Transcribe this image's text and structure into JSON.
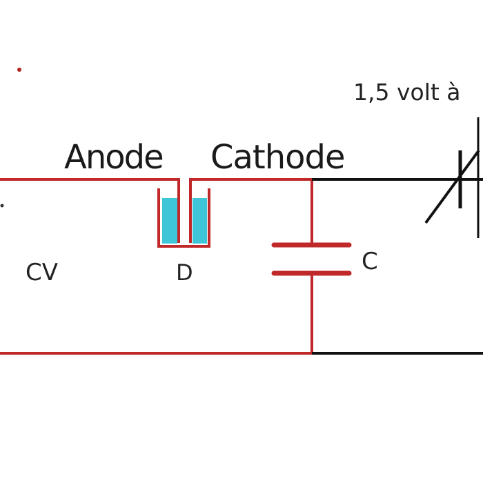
{
  "labels": {
    "anode": "Anode",
    "cathode": "Cathode",
    "battery": "1,5 volt à",
    "cv": "CV",
    "d": "D",
    "c": "C"
  },
  "colors": {
    "wire_red": "#c0282a",
    "wire_black": "#111111",
    "electrolyte": "#3ec6d8",
    "background": "#ffffff"
  }
}
